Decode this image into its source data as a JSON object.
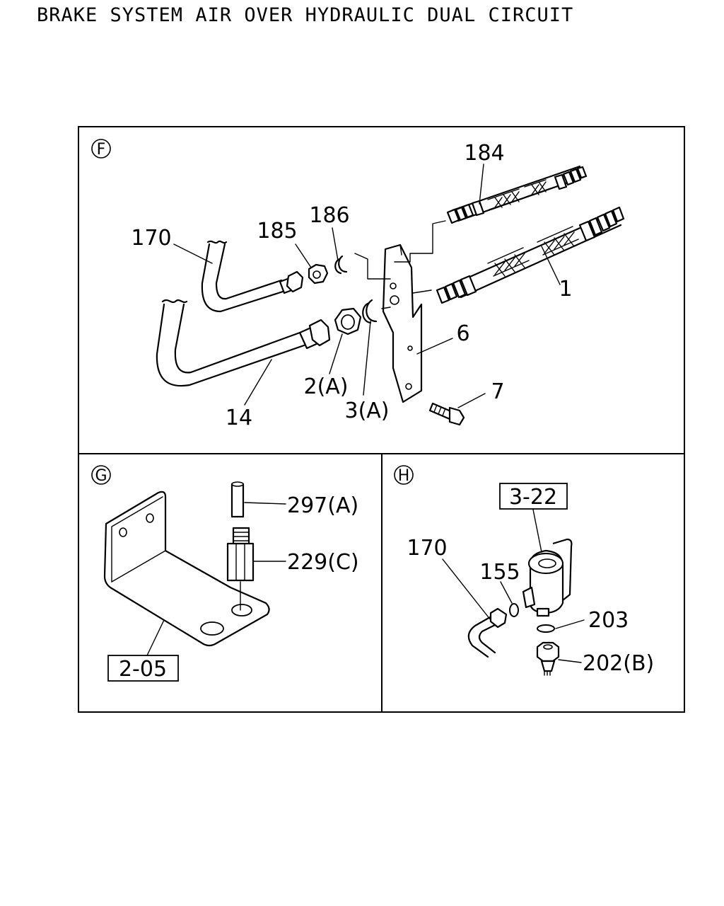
{
  "title": "BRAKE SYSTEM AIR OVER HYDRAULIC DUAL CIRCUIT",
  "panels": {
    "F": {
      "marker": "F",
      "labels": {
        "p184": "184",
        "p186": "186",
        "p185": "185",
        "p170": "170",
        "p1": "1",
        "p6": "6",
        "p7": "7",
        "p2a": "2(A)",
        "p3a": "3(A)",
        "p14": "14"
      }
    },
    "G": {
      "marker": "G",
      "labels": {
        "p297a": "297(A)",
        "p229c": "229(C)",
        "ref205": "2-05"
      }
    },
    "H": {
      "marker": "H",
      "labels": {
        "ref322": "3-22",
        "p170": "170",
        "p155": "155",
        "p203": "203",
        "p202b": "202(B)"
      }
    }
  }
}
